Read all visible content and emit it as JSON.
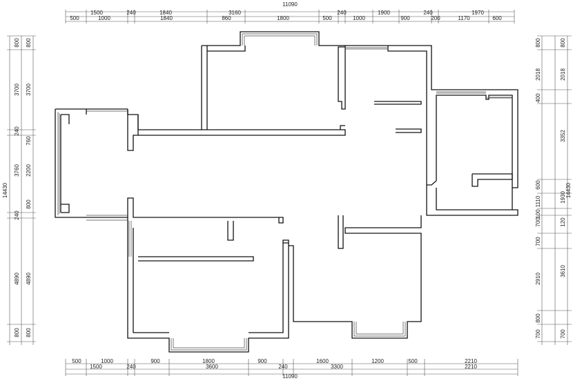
{
  "dimensions": {
    "top": {
      "overall": "11090",
      "tier1": [
        "3160",
        "240"
      ],
      "tier2": [
        "1500",
        "240",
        "1840",
        "1900",
        "240",
        "1970"
      ],
      "tier3": [
        "500",
        "1000",
        "1840",
        "860",
        "1800",
        "500",
        "1000",
        "900",
        "200",
        "1170",
        "600"
      ]
    },
    "bottom": {
      "tier1": [
        "500",
        "1000",
        "900",
        "1800",
        "900",
        "1600",
        "1200",
        "500",
        "2210"
      ],
      "tier2": [
        "1500",
        "240",
        "3600",
        "240",
        "3300",
        "2210"
      ],
      "overall": "11090"
    },
    "left": {
      "overall": "14430",
      "outer": [
        "800",
        "3700",
        "240",
        "3760",
        "240",
        "4890",
        "800"
      ],
      "inner": [
        "800",
        "3700",
        "760",
        "2200",
        "800",
        "4890",
        "800"
      ]
    },
    "right": {
      "overall": "14430",
      "outer": [
        "800",
        "2018",
        "3352",
        "1930",
        "120",
        "3610",
        "700"
      ],
      "inner": [
        "800",
        "2018",
        "400",
        "600",
        "1110",
        "100",
        "700",
        "700",
        "2910",
        "800",
        "700"
      ]
    }
  }
}
